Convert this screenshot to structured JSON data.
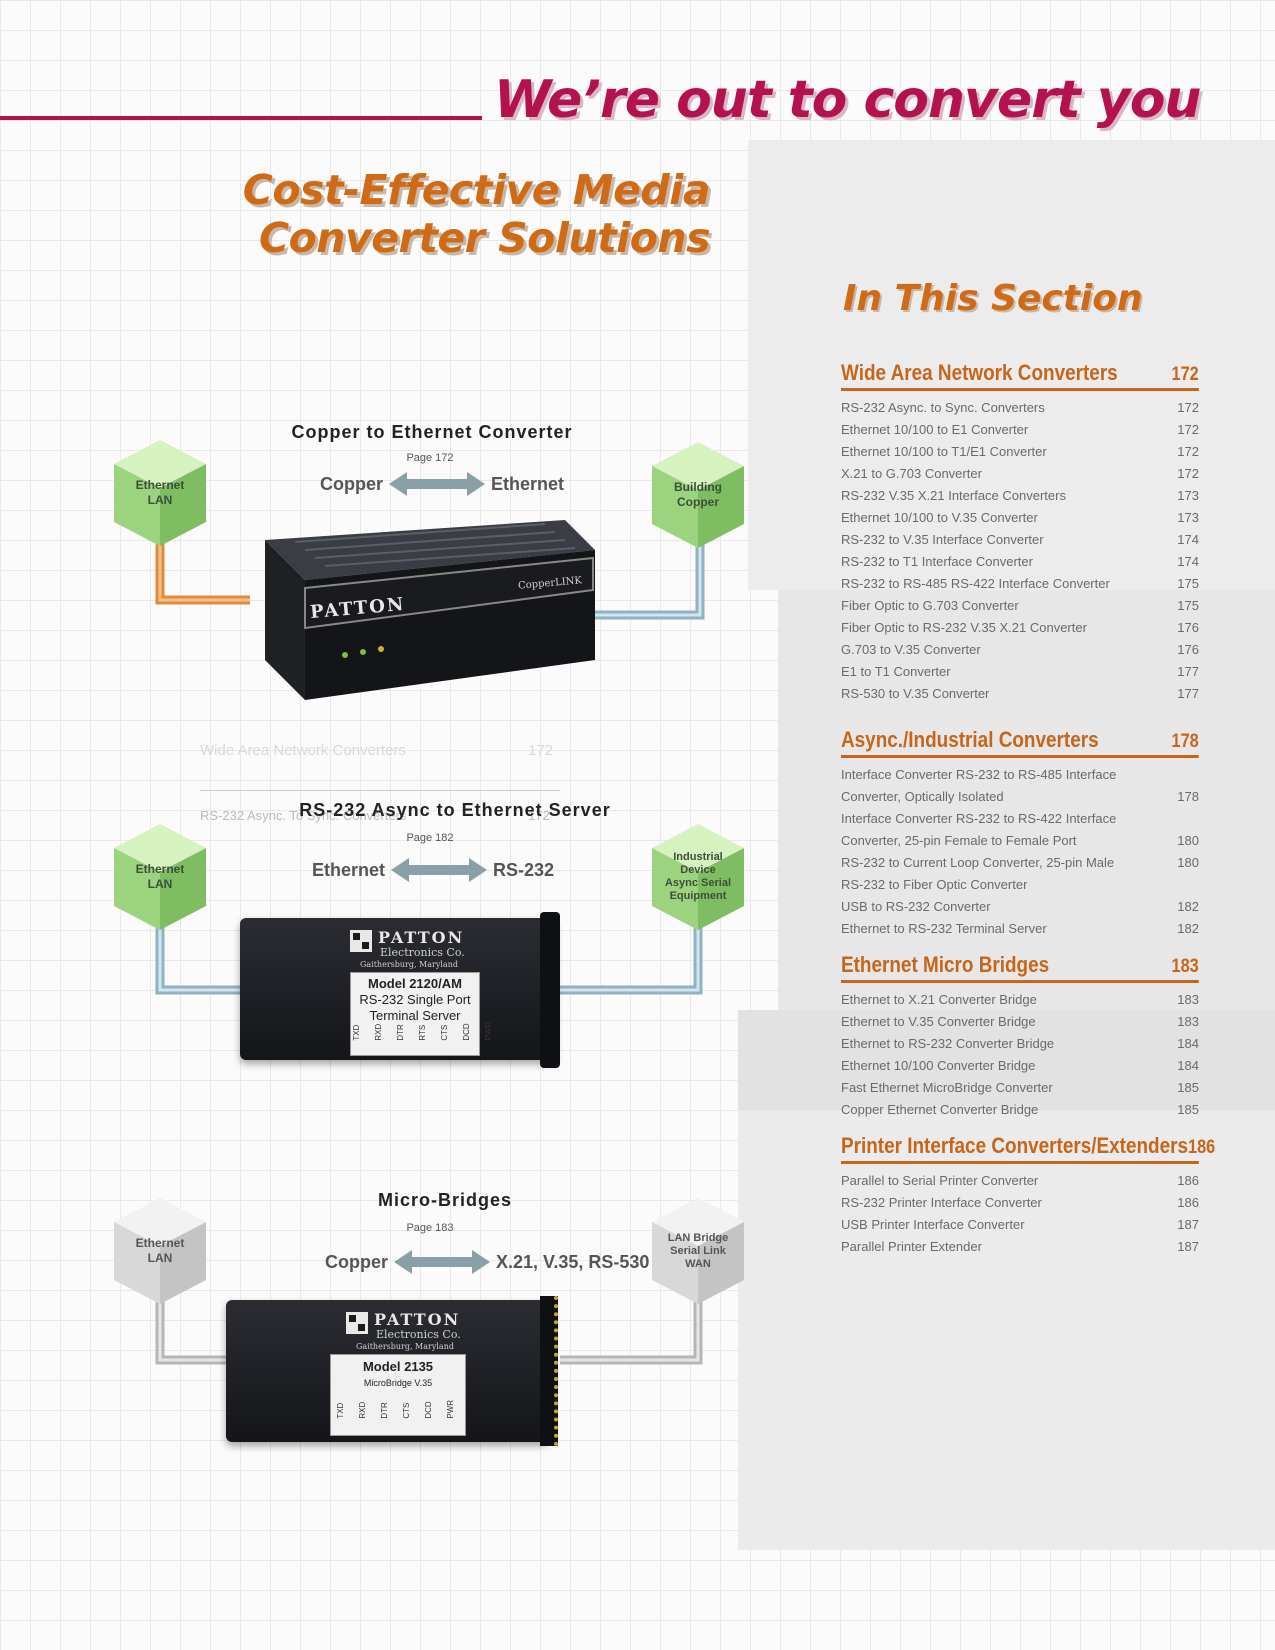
{
  "header": {
    "title": "We’re out to convert you",
    "main_title_line1": "Cost-Effective Media",
    "main_title_line2": "Converter Solutions"
  },
  "colors": {
    "magenta": "#b4124e",
    "orange": "#c7651a",
    "green_cube": "#9bd37e"
  },
  "section": {
    "title": "In This Section",
    "groups": [
      {
        "title": "Wide Area Network Converters",
        "page": "172",
        "items": [
          {
            "label": "RS-232 Async. to Sync. Converters",
            "page": "172"
          },
          {
            "label": "Ethernet 10/100 to E1 Converter",
            "page": "172"
          },
          {
            "label": "Ethernet 10/100 to T1/E1 Converter",
            "page": "172"
          },
          {
            "label": "X.21 to G.703 Converter",
            "page": "172"
          },
          {
            "label": "RS-232 V.35 X.21 Interface Converters",
            "page": "173"
          },
          {
            "label": "Ethernet 10/100 to V.35 Converter",
            "page": "173"
          },
          {
            "label": "RS-232 to V.35 Interface Converter",
            "page": "174"
          },
          {
            "label": "RS-232 to T1 Interface Converter",
            "page": "174"
          },
          {
            "label": "RS-232 to RS-485 RS-422 Interface Converter",
            "page": "175"
          },
          {
            "label": "Fiber Optic to G.703 Converter",
            "page": "175"
          },
          {
            "label": "Fiber Optic to RS-232 V.35 X.21 Converter",
            "page": "176"
          },
          {
            "label": "G.703 to V.35 Converter",
            "page": "176"
          },
          {
            "label": "E1 to T1 Converter",
            "page": "177"
          },
          {
            "label": "RS-530 to V.35 Converter",
            "page": "177"
          }
        ]
      },
      {
        "title": "Async./Industrial Converters",
        "page": "178",
        "items": [
          {
            "label": "Interface Converter RS-232 to RS-485 Interface",
            "page": ""
          },
          {
            "label": "Converter, Optically Isolated",
            "page": "178"
          },
          {
            "label": "Interface Converter RS-232 to RS-422 Interface",
            "page": ""
          },
          {
            "label": "Converter, 25-pin Female to Female Port",
            "page": "180"
          },
          {
            "label": "RS-232 to Current Loop Converter, 25-pin Male",
            "page": "180"
          },
          {
            "label": "RS-232 to Fiber Optic Converter",
            "page": ""
          },
          {
            "label": "USB to RS-232 Converter",
            "page": "182"
          },
          {
            "label": "Ethernet to RS-232 Terminal Server",
            "page": "182"
          }
        ]
      },
      {
        "title": "Ethernet Micro Bridges",
        "page": "183",
        "items": [
          {
            "label": "Ethernet to X.21 Converter Bridge",
            "page": "183"
          },
          {
            "label": "Ethernet to V.35 Converter Bridge",
            "page": "183"
          },
          {
            "label": "Ethernet to RS-232 Converter Bridge",
            "page": "184"
          },
          {
            "label": "Ethernet 10/100 Converter Bridge",
            "page": "184"
          },
          {
            "label": "Fast Ethernet MicroBridge Converter",
            "page": "185"
          },
          {
            "label": "Copper Ethernet Converter Bridge",
            "page": "185"
          }
        ]
      },
      {
        "title": "Printer Interface Converters/Extenders",
        "page": "186",
        "items": [
          {
            "label": "Parallel to Serial Printer Converter",
            "page": "186"
          },
          {
            "label": "RS-232 Printer Interface Converter",
            "page": "186"
          },
          {
            "label": "USB Printer Interface Converter",
            "page": "187"
          },
          {
            "label": "Parallel Printer Extender",
            "page": "187"
          }
        ]
      }
    ]
  },
  "diagrams": {
    "d1": {
      "title": "Copper to Ethernet Converter",
      "subtitle": "Page 172",
      "left_label": "Copper",
      "right_label": "Ethernet",
      "cube_left": "Ethernet\nLAN",
      "cube_right": "Building\nCopper",
      "brand": "PATTON",
      "product": "CopperLINK"
    },
    "d2": {
      "title": "RS-232 Async to Ethernet Server",
      "subtitle": "Page 182",
      "left_label": "Ethernet",
      "right_label": "RS-232",
      "cube_left": "Ethernet\nLAN",
      "cube_right": "Industrial\nDevice\nAsync Serial\nEquipment",
      "brand": "PATTON",
      "brand_sub": "Electronics Co.",
      "brand_loc": "Gaithersburg, Maryland",
      "model": "Model 2120/AM",
      "model_desc1": "RS-232 Single Port",
      "model_desc2": "Terminal Server",
      "leds": [
        "TXD",
        "RXD",
        "DTR",
        "RTS",
        "CTS",
        "DCD",
        "PWR"
      ]
    },
    "d3": {
      "title": "Micro-Bridges",
      "subtitle": "Page 183",
      "left_label": "Copper",
      "right_label": "X.21, V.35, RS-530",
      "cube_left": "Ethernet\nLAN",
      "cube_right": "LAN Bridge\nSerial Link\nWAN",
      "brand": "PATTON",
      "brand_sub": "Electronics Co.",
      "brand_loc": "Gaithersburg, Maryland",
      "model": "Model 2135",
      "model_desc1": "MicroBridge V.35",
      "leds": [
        "TXD",
        "RXD",
        "DTR",
        "CTS",
        "DCD",
        "PWR"
      ]
    },
    "ghost": {
      "line1": "Wide Area Network Converters",
      "page1": "172",
      "line2": "RS-232 Async. To Sync. Converters",
      "page2": "172"
    }
  }
}
